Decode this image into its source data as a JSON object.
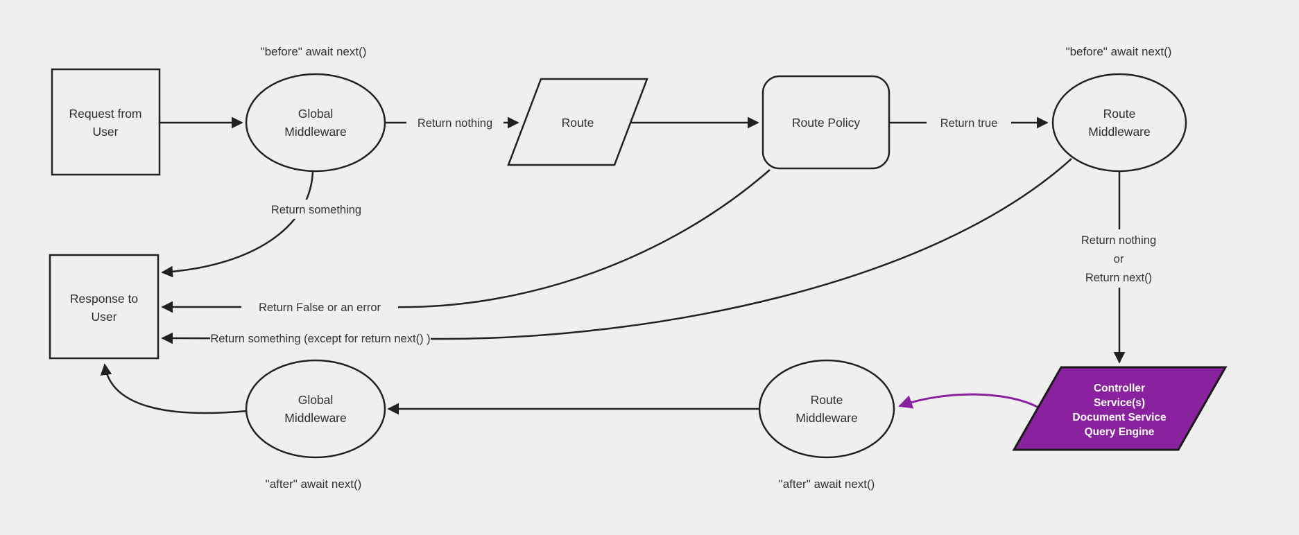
{
  "diagram": {
    "colors": {
      "background": "#efefef",
      "line": "#212121",
      "text": "#333333",
      "node_fill": "#efefef",
      "highlight_fill": "#8a219e",
      "highlight_text": "#ffffff"
    },
    "nodes": {
      "request": {
        "lines": [
          "Request from",
          "User"
        ]
      },
      "global_middleware_top": {
        "lines": [
          "Global",
          "Middleware"
        ]
      },
      "route": {
        "label": "Route"
      },
      "route_policy": {
        "label": "Route Policy"
      },
      "route_middleware_top": {
        "lines": [
          "Route",
          "Middleware"
        ]
      },
      "response": {
        "lines": [
          "Response to",
          "User"
        ]
      },
      "controller": {
        "lines": [
          "Controller",
          "Service(s)",
          "Document Service",
          "Query Engine"
        ]
      },
      "route_middleware_bottom": {
        "lines": [
          "Route",
          "Middleware"
        ]
      },
      "global_middleware_bottom": {
        "lines": [
          "Global",
          "Middleware"
        ]
      }
    },
    "edge_labels": {
      "return_nothing": "Return nothing",
      "return_true": "Return true",
      "return_something": "Return something",
      "return_false": "Return False or an error",
      "return_something_except": "Return something (except for return next() )",
      "return_nothing_or": {
        "lines": [
          "Return nothing",
          "or",
          "Return next()"
        ]
      }
    },
    "annotations": {
      "before_await": "\"before\" await next()",
      "after_await": "\"after\" await next()"
    }
  }
}
